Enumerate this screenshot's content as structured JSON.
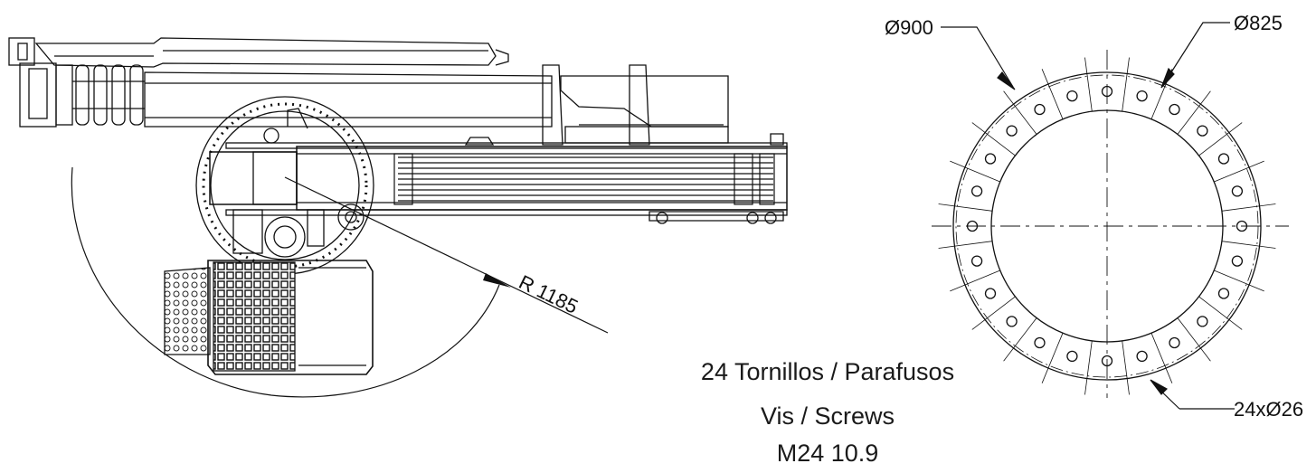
{
  "radius_label": "R 1185",
  "flange": {
    "outer_diameter_label": "Ø900",
    "bolt_circle_label": "Ø825",
    "holes_label": "24xØ26",
    "hole_count": 24
  },
  "screw_note": {
    "line1": "24 Tornillos / Parafusos",
    "line2": "Vis / Screws",
    "line3": "M24 10.9"
  }
}
